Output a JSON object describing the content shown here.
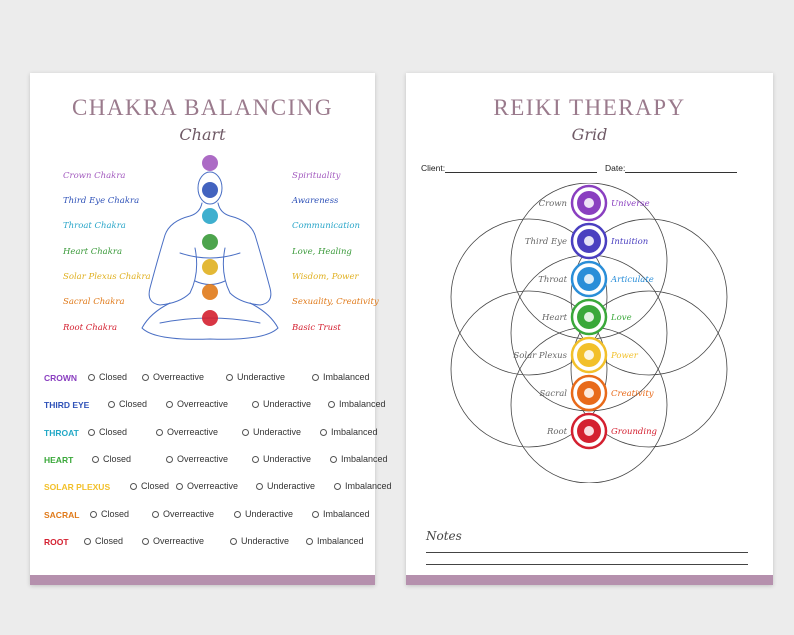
{
  "left_page": {
    "title": "CHAKRA BALANCING",
    "subtitle": "Chart",
    "chakras": [
      {
        "name": "Crown Chakra",
        "meaning": "Spirituality",
        "color": "#a35bbf"
      },
      {
        "name": "Third Eye Chakra",
        "meaning": "Awareness",
        "color": "#2f52b8"
      },
      {
        "name": "Throat Chakra",
        "meaning": "Communication",
        "color": "#2aa6c9"
      },
      {
        "name": "Heart Chakra",
        "meaning": "Love, Healing",
        "color": "#3a9a3a"
      },
      {
        "name": "Solar Plexus Chakra",
        "meaning": "Wisdom, Power",
        "color": "#e0b020"
      },
      {
        "name": "Sacral Chakra",
        "meaning": "Sexuality, Creativity",
        "color": "#e07a1a"
      },
      {
        "name": "Root Chakra",
        "meaning": "Basic Trust",
        "color": "#d42030"
      }
    ],
    "checklist": [
      {
        "name": "CROWN",
        "color": "#8a3fc0"
      },
      {
        "name": "THIRD EYE",
        "color": "#2f52b8"
      },
      {
        "name": "THROAT",
        "color": "#22a8c6"
      },
      {
        "name": "HEART",
        "color": "#3aa83a"
      },
      {
        "name": "SOLAR PLEXUS",
        "color": "#f2c02a"
      },
      {
        "name": "SACRAL",
        "color": "#e07a1a"
      },
      {
        "name": "ROOT",
        "color": "#d42030"
      }
    ],
    "options": [
      "Closed",
      "Overreactive",
      "Underactive",
      "Imbalanced"
    ]
  },
  "right_page": {
    "title": "REIKI THERAPY",
    "subtitle": "Grid",
    "client_label": "Client:",
    "date_label": "Date:",
    "notes_label": "Notes",
    "grid": [
      {
        "left": "Crown",
        "right": "Universe",
        "color": "#8a3fc0"
      },
      {
        "left": "Third Eye",
        "right": "Intuition",
        "color": "#4a3fc0"
      },
      {
        "left": "Throat",
        "right": "Articulate",
        "color": "#2a8ed8"
      },
      {
        "left": "Heart",
        "right": "Love",
        "color": "#3aa83a"
      },
      {
        "left": "Solar Plexus",
        "right": "Power",
        "color": "#f2c02a"
      },
      {
        "left": "Sacral",
        "right": "Creativity",
        "color": "#e86a1a"
      },
      {
        "left": "Root",
        "right": "Grounding",
        "color": "#d42030"
      }
    ]
  }
}
